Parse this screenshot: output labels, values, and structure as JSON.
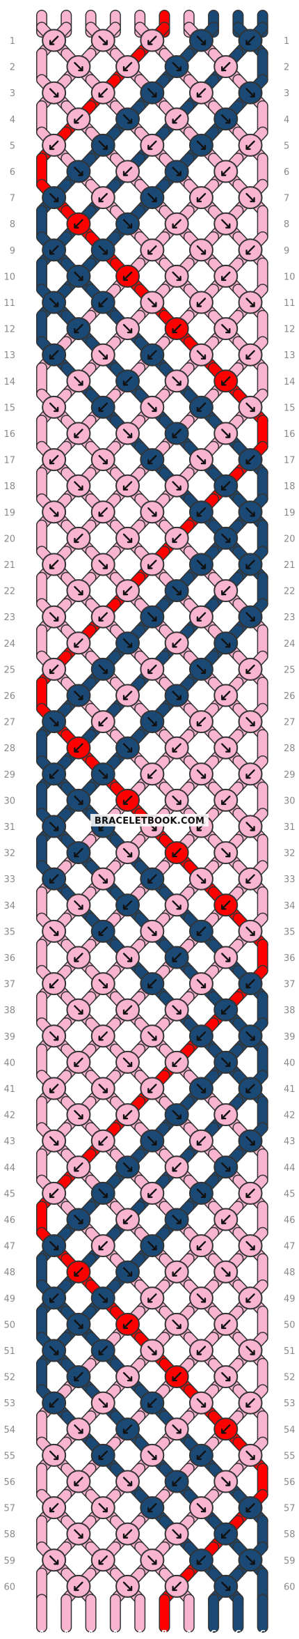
{
  "pattern": {
    "watermark": "BRACELETBOOK.COM",
    "rows": 60,
    "strings": [
      "A",
      "A",
      "A",
      "A",
      "A",
      "B",
      "A",
      "C",
      "C",
      "C"
    ],
    "colors": {
      "A": "#f9b4cf",
      "B": "#ff0000",
      "C": "#1b4975"
    },
    "outline": "#333333",
    "background": "#ffffff",
    "row_numbers_color": "#8a8a8a"
  }
}
